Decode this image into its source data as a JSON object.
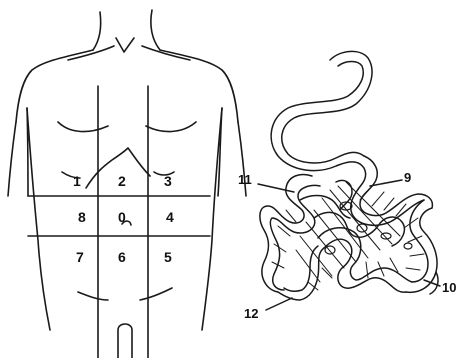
{
  "torso": {
    "regions": [
      {
        "id": "r1",
        "label": "1"
      },
      {
        "id": "r2",
        "label": "2"
      },
      {
        "id": "r3",
        "label": "3"
      },
      {
        "id": "r8",
        "label": "8"
      },
      {
        "id": "r0",
        "label": "0"
      },
      {
        "id": "r4",
        "label": "4"
      },
      {
        "id": "r7",
        "label": "7"
      },
      {
        "id": "r6",
        "label": "6"
      },
      {
        "id": "r5",
        "label": "5"
      }
    ]
  },
  "intestine": {
    "callouts": [
      {
        "id": "c9",
        "label": "9"
      },
      {
        "id": "c10",
        "label": "10"
      },
      {
        "id": "c11",
        "label": "11"
      },
      {
        "id": "c12",
        "label": "12"
      }
    ]
  },
  "colors": {
    "line": "#1a1a1a",
    "background": "#ffffff"
  }
}
